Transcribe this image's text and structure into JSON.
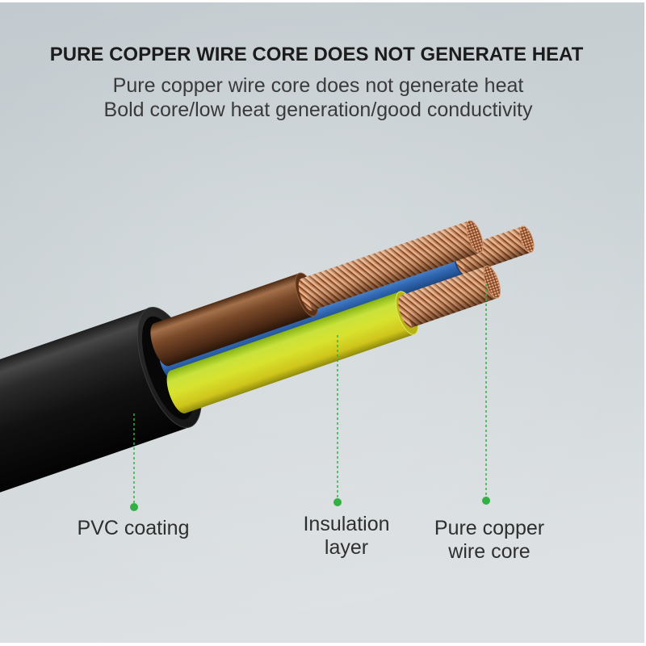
{
  "heading": "PURE COPPER WIRE CORE DOES NOT GENERATE HEAT",
  "subheading": {
    "line1": "Pure copper wire core does not generate heat",
    "line2": "Bold core/low heat generation/good conductivity"
  },
  "callouts": {
    "pvc_coating": {
      "lines": [
        "PVC coating"
      ]
    },
    "insulation_layer": {
      "lines": [
        "Insulation",
        "layer"
      ]
    },
    "pure_copper_wire_core": {
      "lines": [
        "Pure copper",
        "wire core"
      ]
    }
  },
  "colors": {
    "background": "#cdd4d7",
    "heading_text": "#1c1c1c",
    "body_text": "#3a3a3a",
    "callout_line": "#31b044",
    "pvc_jacket": "#111111",
    "brown_insulation": "#7a4a2a",
    "blue_insulation": "#2f66b0",
    "yellow_green_insulation": "#d8e22e",
    "copper": "#c07e53"
  }
}
